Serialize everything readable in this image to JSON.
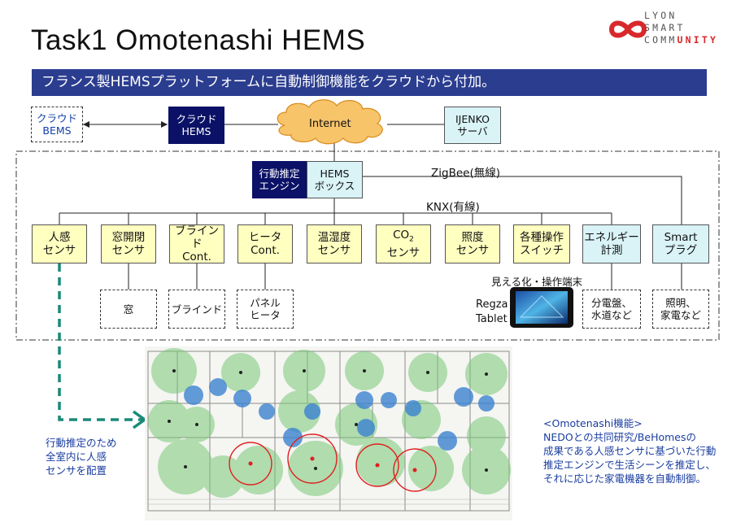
{
  "title": "Task1 Omotenashi HEMS",
  "logo": {
    "line1": "LYON",
    "line2": "SMART",
    "line3_a": "COMM",
    "line3_b": "UNITY"
  },
  "banner": "フランス製HEMSプラットフォームに自動制御機能をクラウドから付加。",
  "top_row": {
    "cloud_bems": [
      "クラウド",
      "BEMS"
    ],
    "cloud_hems": [
      "クラウド",
      "HEMS"
    ],
    "internet": "Internet",
    "ijenko": [
      "IJENKO",
      "サーバ"
    ]
  },
  "hub": {
    "engine": [
      "行動推定",
      "エンジン"
    ],
    "hems_box": [
      "HEMS",
      "ボックス"
    ],
    "zigbee": "ZigBee(無線)",
    "knx": "KNX(有線)"
  },
  "sensors": [
    {
      "lines": [
        "人感",
        "センサ"
      ]
    },
    {
      "lines": [
        "窓開閉",
        "センサ"
      ]
    },
    {
      "lines": [
        "ブラインド",
        "Cont."
      ]
    },
    {
      "lines": [
        "ヒータ",
        "Cont."
      ]
    },
    {
      "lines": [
        "温湿度",
        "センサ"
      ]
    },
    {
      "lines": [
        "CO2",
        "センサ"
      ]
    },
    {
      "lines": [
        "照度",
        "センサ"
      ]
    },
    {
      "lines": [
        "各種操作",
        "スイッチ"
      ]
    },
    {
      "lines": [
        "エネルギー",
        "計測"
      ]
    },
    {
      "lines": [
        "Smart",
        "プラグ"
      ]
    }
  ],
  "devices": {
    "window": "窓",
    "blind": "ブラインド",
    "panel_heater": [
      "パネル",
      "ヒータ"
    ],
    "distribution": [
      "分電盤、",
      "水道など"
    ],
    "lighting": [
      "照明、",
      "家電など"
    ]
  },
  "tablet": {
    "caption": "見える化・操作端末",
    "name": [
      "Regza",
      "Tablet"
    ]
  },
  "left_note": [
    "行動推定のため",
    "全室内に人感",
    "センサを配置"
  ],
  "right_note": {
    "heading": "<Omotenashi機能>",
    "lines": [
      "NEDOとの共同研究/BeHomesの",
      "成果である人感センサに基づいた行動",
      "推定エンジンで生活シーンを推定し、",
      "それに応じた家電機器を自動制御。"
    ]
  },
  "colors": {
    "banner": "#2b3d8f",
    "navy": "#0a1166",
    "sensor_fill": "#ffffc0",
    "cyan_fill": "#d9f3f7",
    "arrow_green": "#1a8a78",
    "logo_red": "#d8282c",
    "note_blue": "#1a3da0"
  }
}
